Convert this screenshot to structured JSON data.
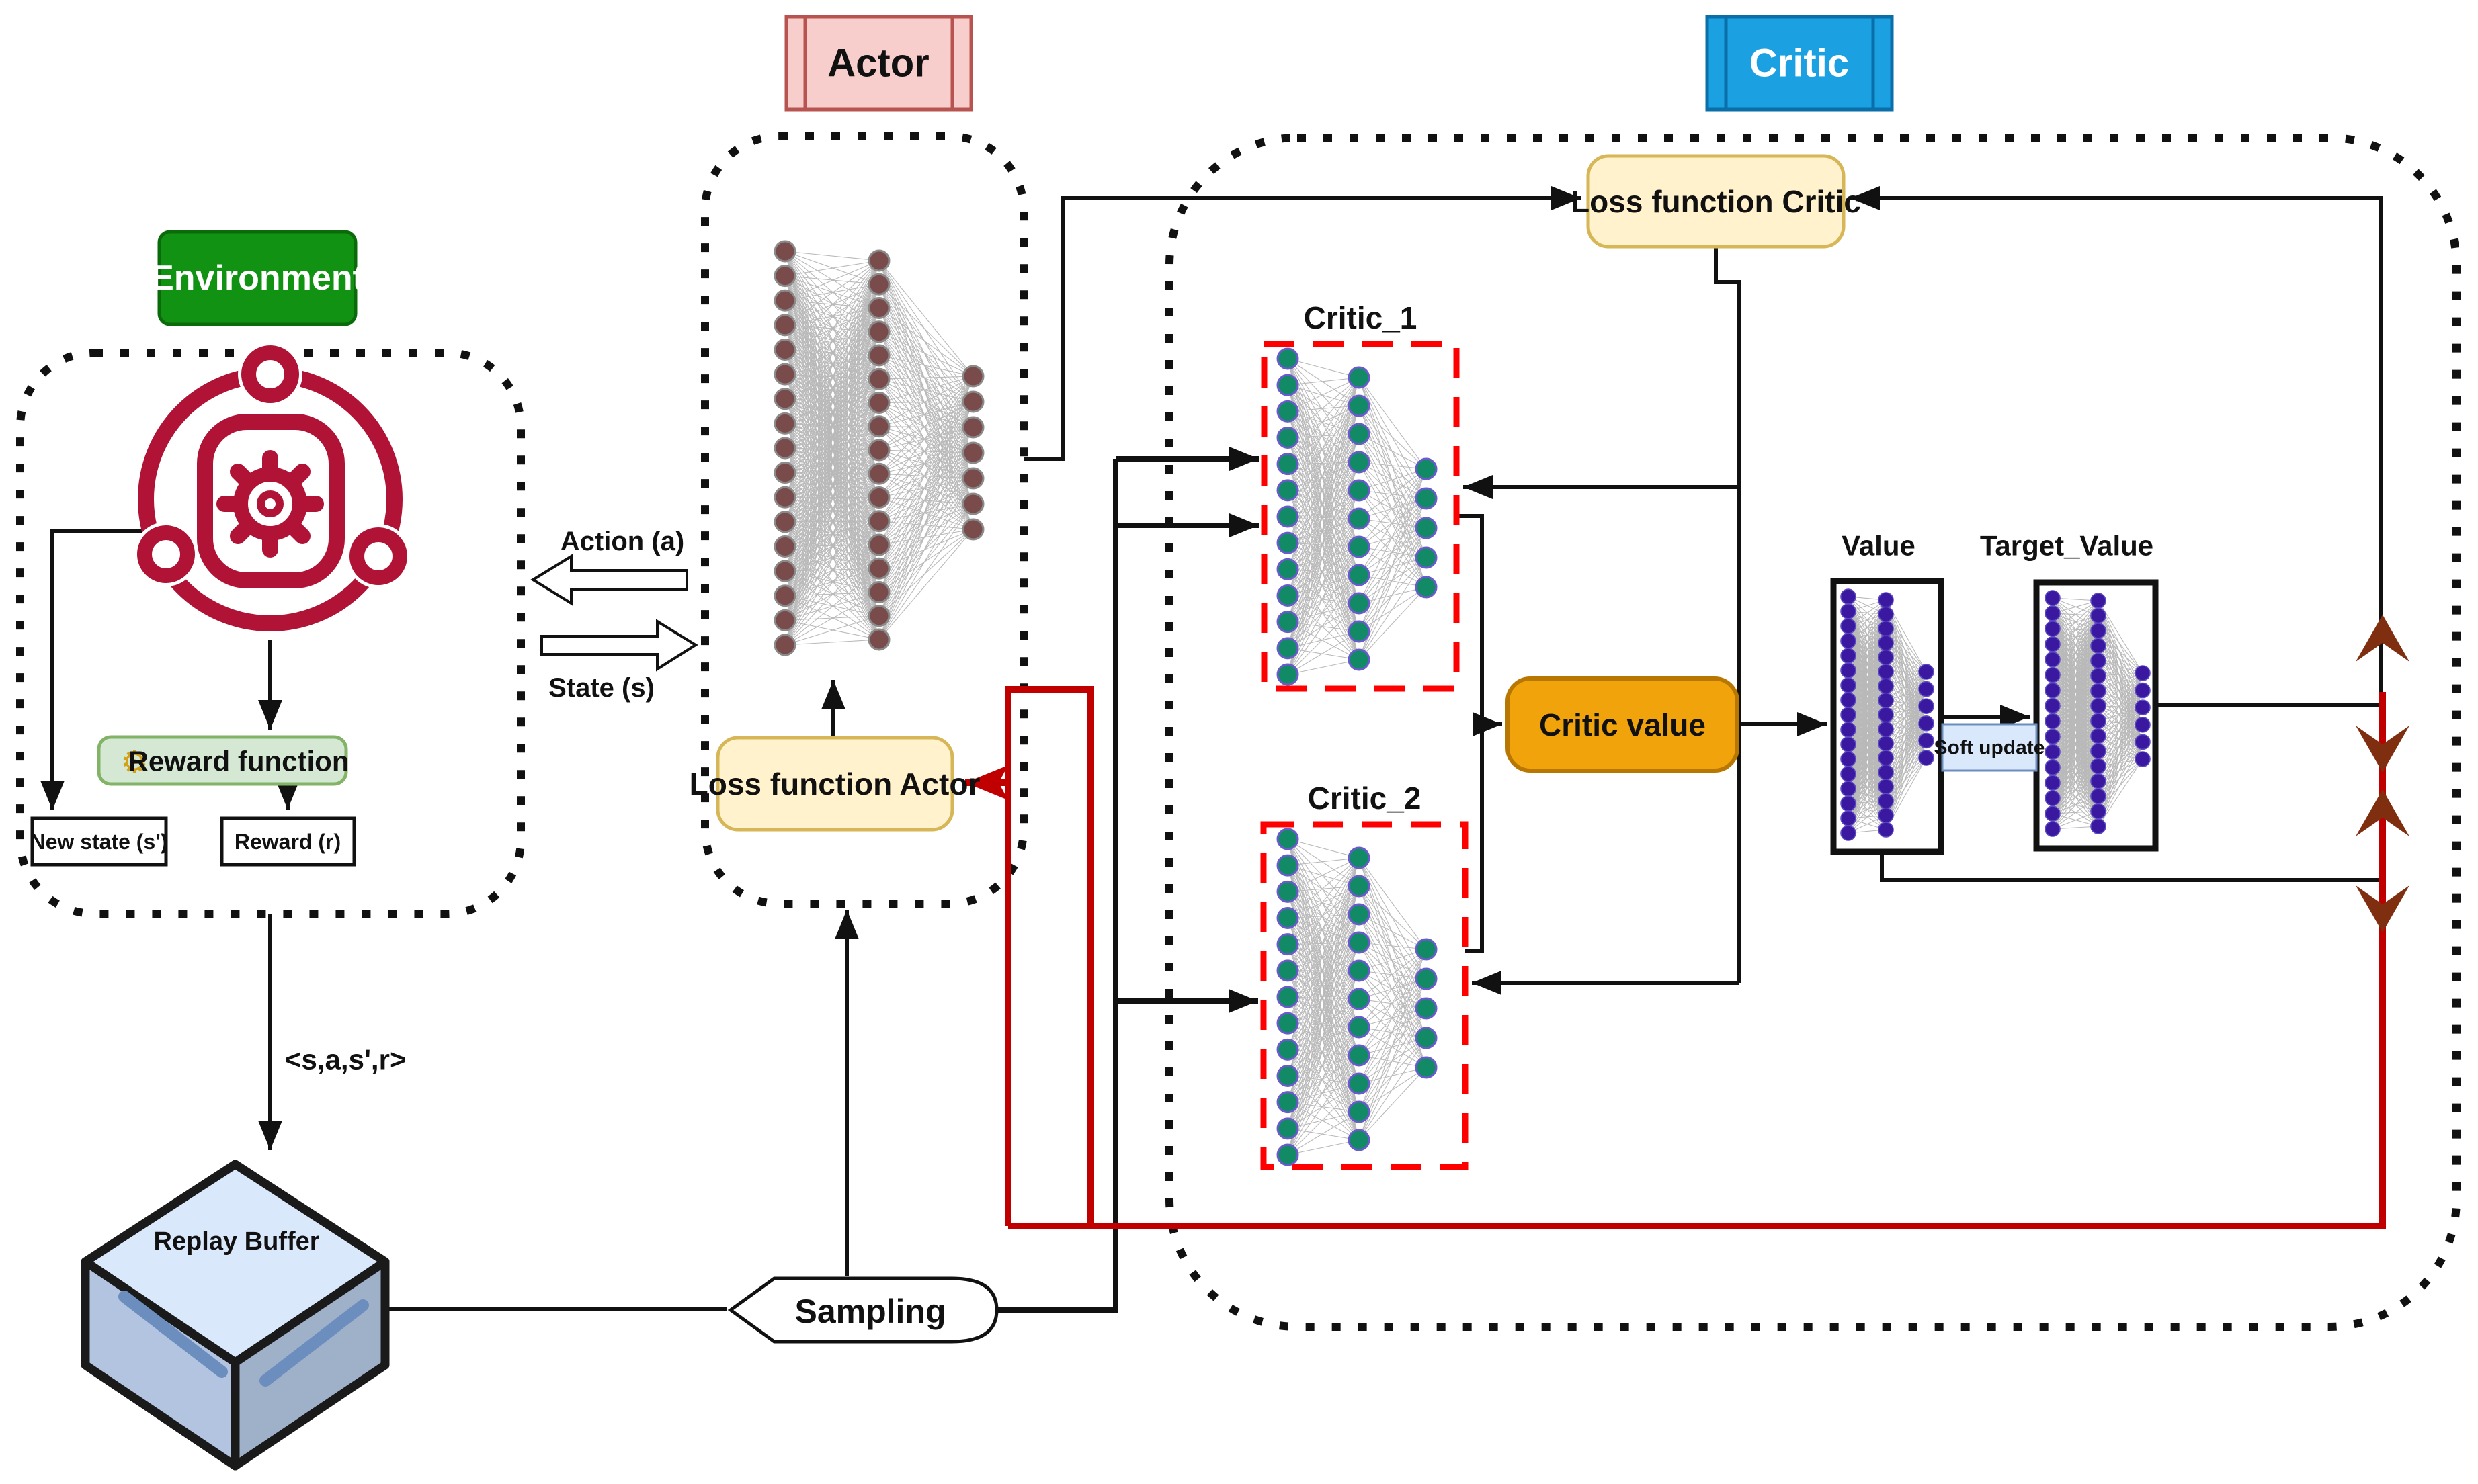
{
  "environment": {
    "label": "Environment",
    "reward_function": "Reward function",
    "new_state": "New state (s')",
    "reward": "Reward (r)"
  },
  "actor": {
    "label": "Actor",
    "loss": "Loss function Actor"
  },
  "critic": {
    "label": "Critic",
    "loss": "Loss function Critic",
    "critic1": "Critic_1",
    "critic2": "Critic_2",
    "critic_value": "Critic value",
    "value": "Value",
    "target_value": "Target_Value",
    "soft_update": "Soft update"
  },
  "signals": {
    "action": "Action (a)",
    "state": "State (s)",
    "transition": "<s,a,s',r>"
  },
  "replay": {
    "label": "Replay Buffer"
  },
  "sampling": {
    "label": "Sampling"
  },
  "icons": {
    "environment_icon": "gear-orbit",
    "reward_gear_icon": "⚙"
  },
  "colors": {
    "environment_fill": "#129212",
    "environment_border": "#0b6b0b",
    "actor_fill": "#f8cecc",
    "actor_border": "#b85450",
    "critic_fill": "#1ba0e2",
    "critic_border": "#0a6ea8",
    "loss_fill": "#fff2cc",
    "loss_border": "#d6b656",
    "reward_fill": "#d5e8d4",
    "reward_border": "#82b366",
    "critic_value_fill": "#f0a30a",
    "critic_value_border": "#b87700",
    "soft_fill": "#dae8fc",
    "soft_border": "#6c8ebf",
    "dashed_red": "#ff0000",
    "red_line": "#c00000",
    "brown_arrow": "#7f2f10",
    "env_icon": "#b01335",
    "node_actor": "#7a4b4b",
    "node_actor_ring": "#8a8a8a",
    "node_critic": "#128a66",
    "node_critic_ring": "#6a5acd",
    "node_value": "#3b18a0",
    "node_value_ring": "#5b4bc4",
    "net_link": "#b9b9b9",
    "cube_top": "#dae8fc",
    "cube_left": "#b3c4e0",
    "cube_right": "#9fb0c9",
    "cube_slash": "#6c8ebf"
  }
}
